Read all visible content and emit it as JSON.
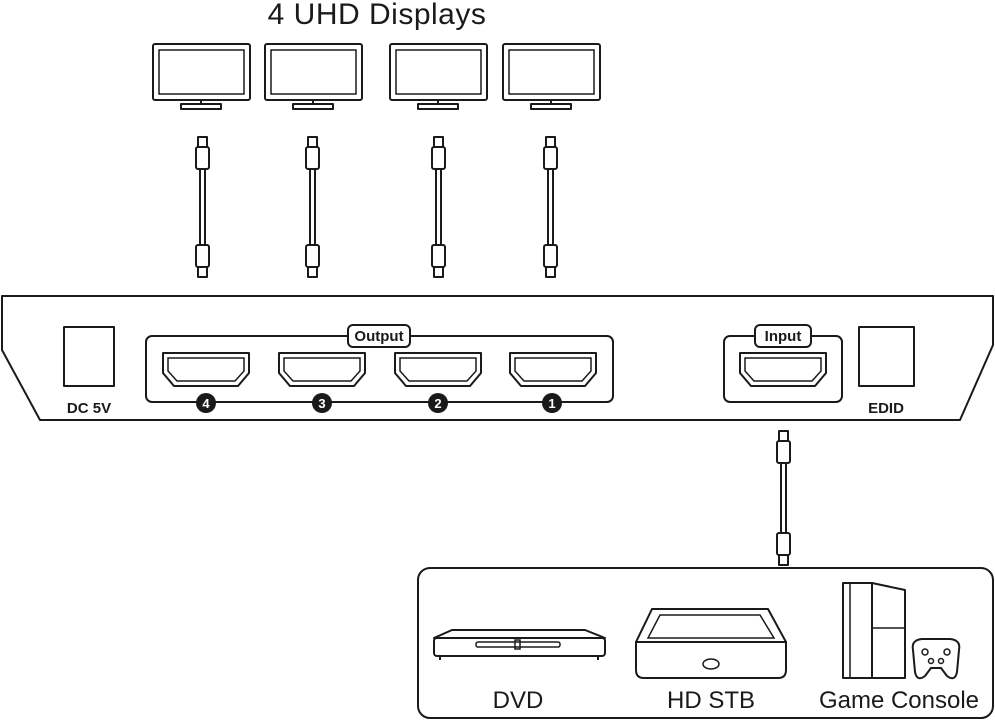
{
  "title": "4 UHD Displays",
  "splitter": {
    "power_label": "DC 5V",
    "output_label": "Output",
    "input_label": "Input",
    "edid_label": "EDID",
    "output_ports": [
      {
        "number": "4"
      },
      {
        "number": "3"
      },
      {
        "number": "2"
      },
      {
        "number": "1"
      }
    ]
  },
  "sources": [
    {
      "label": "DVD",
      "icon": "dvd-player-icon"
    },
    {
      "label": "HD  STB",
      "icon": "set-top-box-icon"
    },
    {
      "label": "Game Console",
      "icon": "game-console-icon"
    }
  ],
  "colors": {
    "stroke": "#1a1a1a",
    "background": "#ffffff"
  }
}
